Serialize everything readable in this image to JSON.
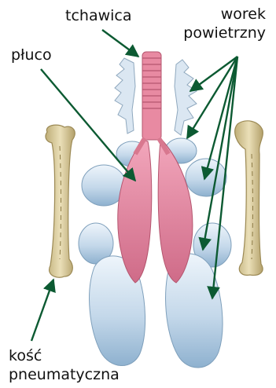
{
  "labels": {
    "trachea": "tchawica",
    "lung": "płuco",
    "air_sac_line1": "worek",
    "air_sac_line2": "powietrzny",
    "bone_line1": "kość",
    "bone_line2": "pneumatyczna"
  },
  "colors": {
    "arrow": "#0c5a32",
    "lung": "#e58aa3",
    "air_sac": "#bcd4e8",
    "bone": "#d8c89a",
    "text": "#111111"
  }
}
